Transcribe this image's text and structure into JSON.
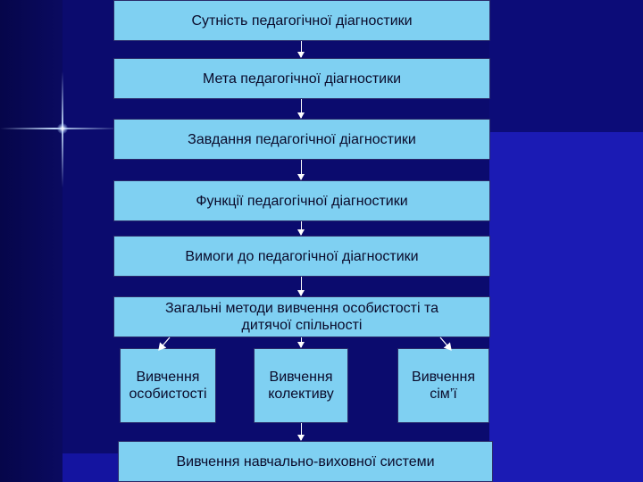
{
  "diagram": {
    "boxes": [
      {
        "id": "essence",
        "label": "Сутність педагогічної діагностики"
      },
      {
        "id": "goal",
        "label": "Мета педагогічної діагностики"
      },
      {
        "id": "tasks",
        "label": "Завдання педагогічної діагностики"
      },
      {
        "id": "functions",
        "label": "Функції педагогічної діагностики"
      },
      {
        "id": "requirements",
        "label": "Вимоги до педагогічної діагностики"
      },
      {
        "id": "general_methods",
        "label": "Загальні методи вивчення особистості та\nдитячої спільності"
      },
      {
        "id": "personality",
        "label": "Вивчення\nособистості"
      },
      {
        "id": "collective",
        "label": "Вивчення\nколективу"
      },
      {
        "id": "family",
        "label": "Вивчення\nсім’ї"
      },
      {
        "id": "edu_system",
        "label": "Вивчення навчально-виховної системи"
      }
    ],
    "colors": {
      "box_fill": "#7fd0f2",
      "box_border": "#2a2a6a",
      "background": "#0b0b6e",
      "arrow": "#ffffff"
    }
  }
}
